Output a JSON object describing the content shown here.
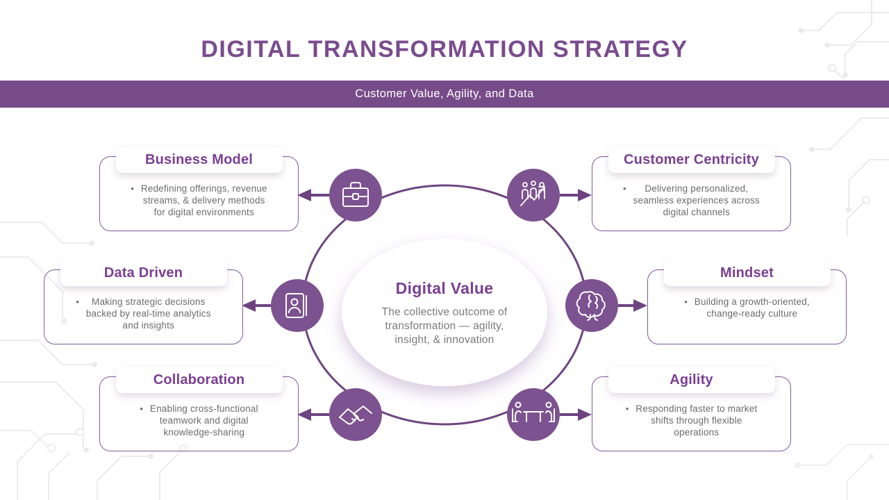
{
  "page": {
    "title": "DIGITAL TRANSFORMATION STRATEGY",
    "subtitle": "Customer Value, Agility, and Data"
  },
  "center": {
    "title": "Digital Value",
    "description": "The collective outcome of\ntransformation — agility,\ninsight, & innovation"
  },
  "bullet": "•",
  "nodes": [
    {
      "id": "business-model",
      "title": "Business Model",
      "icon": "briefcase-icon",
      "text": "Redefining offerings, revenue\nstreams, & delivery methods\nfor digital environments"
    },
    {
      "id": "customer-centricity",
      "title": "Customer Centricity",
      "icon": "people-growth-icon",
      "text": "Delivering personalized,\nseamless experiences across\ndigital channels"
    },
    {
      "id": "data-driven",
      "title": "Data Driven",
      "icon": "contact-book-icon",
      "text": "Making strategic decisions\nbacked by real-time analytics\nand insights"
    },
    {
      "id": "mindset",
      "title": "Mindset",
      "icon": "brain-icon",
      "text": "Building a growth-oriented,\nchange-ready culture"
    },
    {
      "id": "collaboration",
      "title": "Collaboration",
      "icon": "handshake-icon",
      "text": "Enabling cross-functional\nteamwork and digital\nknowledge-sharing"
    },
    {
      "id": "agility",
      "title": "Agility",
      "icon": "meeting-icon",
      "text": "Responding faster to market\nshifts through flexible\noperations"
    }
  ],
  "colors": {
    "accent_title": "#7a4b8e",
    "banner": "#764b87",
    "card_title": "#7a3f92",
    "card_border": "#7f5a9b",
    "ring": "#6e4480",
    "icon_circle": "#7c5290",
    "body_text": "#6b6b6b"
  }
}
